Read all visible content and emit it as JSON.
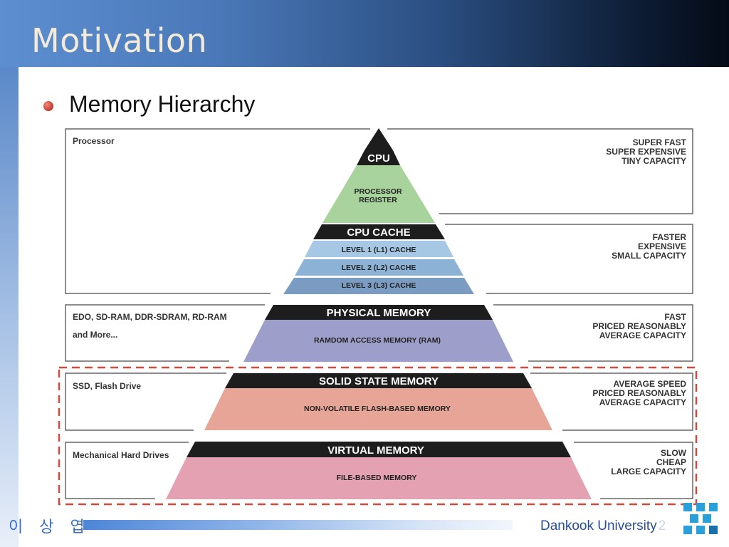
{
  "slide": {
    "title": "Motivation",
    "bullet": "Memory Hierarchy"
  },
  "pyramid": {
    "tiers": [
      {
        "header": "CPU",
        "body": "PROCESSOR REGISTER",
        "body_lines": [
          "PROCESSOR",
          "REGISTER"
        ],
        "left_label": "Processor",
        "right_lines": [
          "SUPER FAST",
          "SUPER EXPENSIVE",
          "TINY CAPACITY"
        ]
      },
      {
        "header": "CPU CACHE",
        "bands": [
          "LEVEL 1 (L1) CACHE",
          "LEVEL 2 (L2) CACHE",
          "LEVEL 3 (L3) CACHE"
        ],
        "left_label": "",
        "right_lines": [
          "FASTER",
          "EXPENSIVE",
          "SMALL CAPACITY"
        ]
      },
      {
        "header": "PHYSICAL MEMORY",
        "body": "RAMDOM ACCESS MEMORY (RAM)",
        "left_label": "EDO, SD-RAM, DDR-SDRAM, RD-RAM",
        "left_label_2": "and More...",
        "right_lines": [
          "FAST",
          "PRICED REASONABLY",
          "AVERAGE CAPACITY"
        ]
      },
      {
        "header": "SOLID STATE MEMORY",
        "body": "NON-VOLATILE FLASH-BASED MEMORY",
        "left_label": "SSD, Flash Drive",
        "right_lines": [
          "AVERAGE SPEED",
          "PRICED REASONABLY",
          "AVERAGE CAPACITY"
        ]
      },
      {
        "header": "VIRTUAL MEMORY",
        "body": "FILE-BASED MEMORY",
        "left_label": "Mechanical Hard Drives",
        "right_lines": [
          "SLOW",
          "CHEAP",
          "LARGE CAPACITY"
        ]
      }
    ]
  },
  "footer": {
    "author": "이 상 엽",
    "university": "Dankook University",
    "page_fragment": "2"
  },
  "colors": {
    "register": "#a9d39d",
    "cache_1": "#a6c8e4",
    "cache_2": "#8cb3d6",
    "cache_3": "#7b9cc2",
    "ram": "#9d9ec9",
    "ssd": "#e6a596",
    "virtual": "#e3a1b1",
    "header": "#1d1d1d",
    "highlight": "#d14a3a"
  }
}
